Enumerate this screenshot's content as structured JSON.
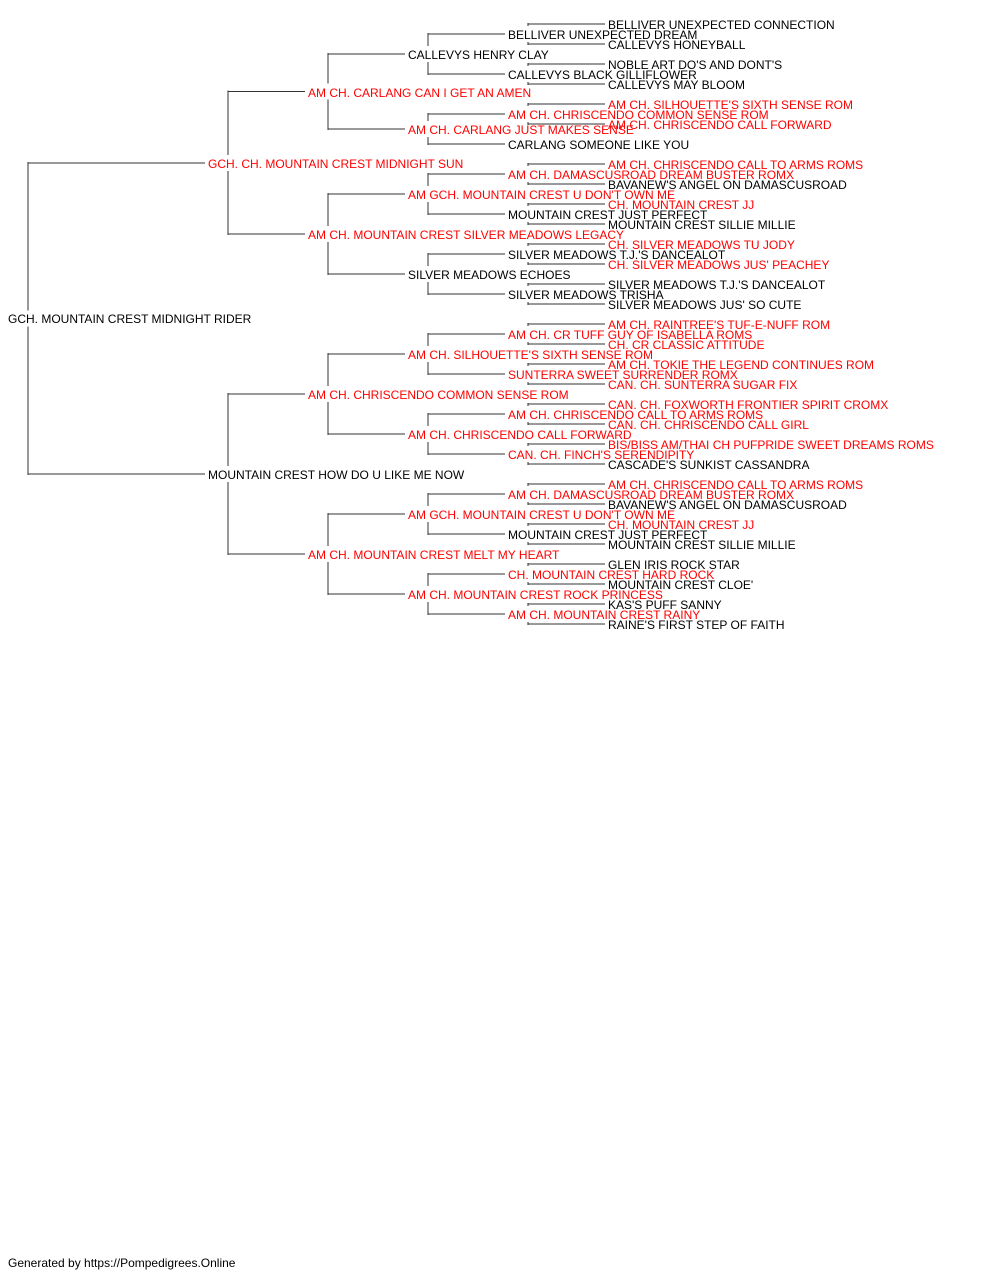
{
  "colors": {
    "champion": "#ff0000",
    "normal": "#000000",
    "connector": "#333333"
  },
  "pedigree": {
    "name": "GCH. MOUNTAIN CREST MIDNIGHT RIDER",
    "champion": false,
    "sire": {
      "name": "GCH. CH. MOUNTAIN CREST MIDNIGHT SUN",
      "champion": true,
      "sire": {
        "name": "AM CH. CARLANG CAN I GET AN AMEN",
        "champion": true,
        "sire": {
          "name": "CALLEVYS HENRY CLAY",
          "champion": false,
          "sire": {
            "name": "BELLIVER UNEXPECTED DREAM",
            "champion": false,
            "sire": {
              "name": "BELLIVER UNEXPECTED CONNECTION",
              "champion": false
            },
            "dam": {
              "name": "CALLEVYS HONEYBALL",
              "champion": false
            }
          },
          "dam": {
            "name": "CALLEVYS BLACK GILLIFLOWER",
            "champion": false,
            "sire": {
              "name": "NOBLE ART DO'S AND DONT'S",
              "champion": false
            },
            "dam": {
              "name": "CALLEVYS MAY BLOOM",
              "champion": false
            }
          }
        },
        "dam": {
          "name": "AM CH. CARLANG JUST MAKES SENSE",
          "champion": true,
          "sire": {
            "name": "AM CH. CHRISCENDO COMMON SENSE ROM",
            "champion": true,
            "sire": {
              "name": "AM CH. SILHOUETTE'S SIXTH SENSE ROM",
              "champion": true
            },
            "dam": {
              "name": "AM CH. CHRISCENDO CALL FORWARD",
              "champion": true
            }
          },
          "dam": {
            "name": "CARLANG SOMEONE LIKE YOU",
            "champion": false
          }
        }
      },
      "dam": {
        "name": "AM CH. MOUNTAIN CREST SILVER MEADOWS LEGACY",
        "champion": true,
        "sire": {
          "name": "AM GCH. MOUNTAIN CREST U DON'T OWN ME",
          "champion": true,
          "sire": {
            "name": "AM CH. DAMASCUSROAD DREAM BUSTER ROMX",
            "champion": true,
            "sire": {
              "name": "AM CH. CHRISCENDO CALL TO ARMS ROMS",
              "champion": true
            },
            "dam": {
              "name": "BAVANEW'S ANGEL ON DAMASCUSROAD",
              "champion": false
            }
          },
          "dam": {
            "name": "MOUNTAIN CREST JUST PERFECT",
            "champion": false,
            "sire": {
              "name": "CH. MOUNTAIN CREST JJ",
              "champion": true
            },
            "dam": {
              "name": "MOUNTAIN CREST SILLIE MILLIE",
              "champion": false
            }
          }
        },
        "dam": {
          "name": "SILVER MEADOWS ECHOES",
          "champion": false,
          "sire": {
            "name": "SILVER MEADOWS T.J.'S DANCEALOT",
            "champion": false,
            "sire": {
              "name": "CH. SILVER MEADOWS TU JODY",
              "champion": true
            },
            "dam": {
              "name": "CH. SILVER MEADOWS JUS' PEACHEY",
              "champion": true
            }
          },
          "dam": {
            "name": "SILVER MEADOWS TRISHA",
            "champion": false,
            "sire": {
              "name": "SILVER MEADOWS T.J.'S DANCEALOT",
              "champion": false
            },
            "dam": {
              "name": "SILVER MEADOWS JUS' SO CUTE",
              "champion": false
            }
          }
        }
      }
    },
    "dam": {
      "name": "MOUNTAIN CREST HOW DO U LIKE ME NOW",
      "champion": false,
      "sire": {
        "name": "AM CH. CHRISCENDO COMMON SENSE ROM",
        "champion": true,
        "sire": {
          "name": "AM CH. SILHOUETTE'S SIXTH SENSE ROM",
          "champion": true,
          "sire": {
            "name": "AM CH. CR TUFF GUY OF ISABELLA ROMS",
            "champion": true,
            "sire": {
              "name": "AM CH. RAINTREE'S TUF-E-NUFF ROM",
              "champion": true
            },
            "dam": {
              "name": "CH. CR CLASSIC ATTITUDE",
              "champion": true
            }
          },
          "dam": {
            "name": "SUNTERRA SWEET SURRENDER ROMX",
            "champion": true,
            "sire": {
              "name": "AM CH. TOKIE THE LEGEND CONTINUES ROM",
              "champion": true
            },
            "dam": {
              "name": "CAN. CH. SUNTERRA SUGAR FIX",
              "champion": true
            }
          }
        },
        "dam": {
          "name": "AM CH. CHRISCENDO CALL FORWARD",
          "champion": true,
          "sire": {
            "name": "AM CH. CHRISCENDO CALL TO ARMS ROMS",
            "champion": true,
            "sire": {
              "name": "CAN. CH. FOXWORTH FRONTIER SPIRIT CROMX",
              "champion": true
            },
            "dam": {
              "name": "CAN. CH. CHRISCENDO CALL GIRL",
              "champion": true
            }
          },
          "dam": {
            "name": "CAN. CH. FINCH'S SERENDIPITY",
            "champion": true,
            "sire": {
              "name": "BIS/BISS AM/THAI CH PUFPRIDE SWEET DREAMS ROMS",
              "champion": true
            },
            "dam": {
              "name": "CASCADE'S SUNKIST CASSANDRA",
              "champion": false
            }
          }
        }
      },
      "dam": {
        "name": "AM CH. MOUNTAIN CREST MELT MY HEART",
        "champion": true,
        "sire": {
          "name": "AM GCH. MOUNTAIN CREST U DON'T OWN ME",
          "champion": true,
          "sire": {
            "name": "AM CH. DAMASCUSROAD DREAM BUSTER ROMX",
            "champion": true,
            "sire": {
              "name": "AM CH. CHRISCENDO CALL TO ARMS ROMS",
              "champion": true
            },
            "dam": {
              "name": "BAVANEW'S ANGEL ON DAMASCUSROAD",
              "champion": false
            }
          },
          "dam": {
            "name": "MOUNTAIN CREST JUST PERFECT",
            "champion": false,
            "sire": {
              "name": "CH. MOUNTAIN CREST JJ",
              "champion": true
            },
            "dam": {
              "name": "MOUNTAIN CREST SILLIE MILLIE",
              "champion": false
            }
          }
        },
        "dam": {
          "name": "AM CH. MOUNTAIN CREST ROCK PRINCESS",
          "champion": true,
          "sire": {
            "name": "CH. MOUNTAIN CREST HARD ROCK",
            "champion": true,
            "sire": {
              "name": "GLEN IRIS ROCK STAR",
              "champion": false
            },
            "dam": {
              "name": "MOUNTAIN CREST CLOE'",
              "champion": false
            }
          },
          "dam": {
            "name": "AM CH. MOUNTAIN CREST RAINY",
            "champion": true,
            "sire": {
              "name": "KAS'S PUFF SANNY",
              "champion": false
            },
            "dam": {
              "name": "RAINE'S FIRST STEP OF FAITH",
              "champion": false
            }
          }
        }
      }
    }
  },
  "footer": "Generated by https://Pompedigrees.Online"
}
